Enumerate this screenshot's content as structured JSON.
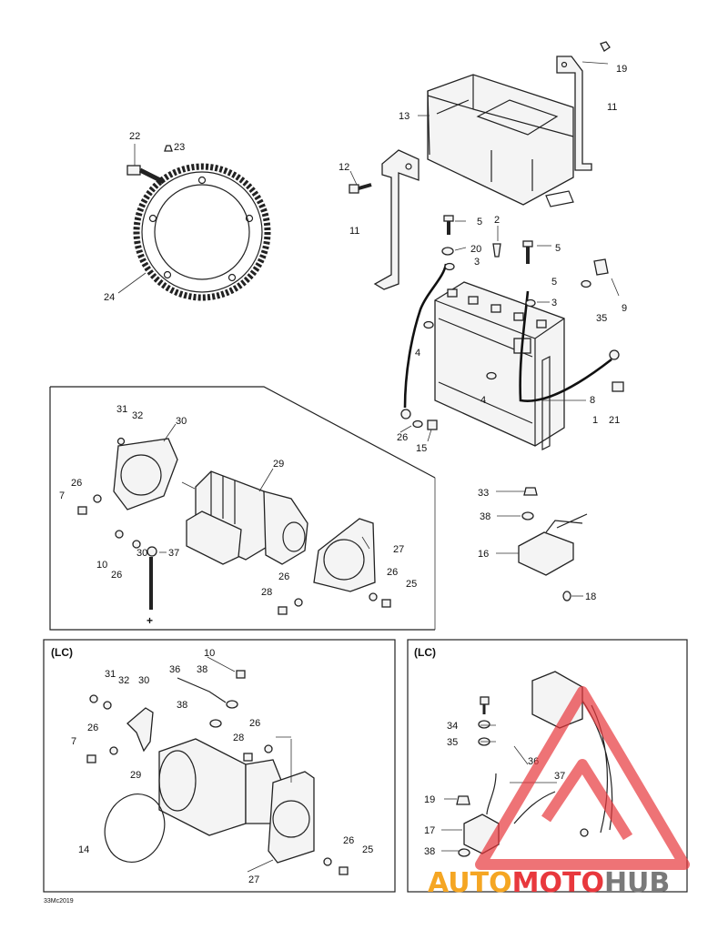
{
  "labels": {
    "l1": "1",
    "l2": "2",
    "l3a": "3",
    "l3b": "3",
    "l4a": "4",
    "l4b": "4",
    "l5a": "5",
    "l5b": "5",
    "l5c": "5",
    "l8": "8",
    "l9": "9",
    "l11a": "11",
    "l11b": "11",
    "l12": "12",
    "l13": "13",
    "l15": "15",
    "l16": "16",
    "l18": "18",
    "l19": "19",
    "l20": "20",
    "l21": "21",
    "l22": "22",
    "l23": "23",
    "l24": "24",
    "l26a": "26",
    "l33": "33",
    "l35": "35",
    "l38a": "38",
    "s31": "31",
    "s32": "32",
    "s30": "30",
    "s29": "29",
    "s26a": "26",
    "s7": "7",
    "s10": "10",
    "s26b": "26",
    "s30b": "30",
    "s37": "37",
    "s27": "27",
    "s26c": "26",
    "s26d": "26",
    "s25": "25",
    "s28": "28",
    "a10": "10",
    "a36": "36",
    "a38a": "38",
    "a31": "31",
    "a32": "32",
    "a30": "30",
    "a38b": "38",
    "a26a": "26",
    "a28": "28",
    "a26b": "26",
    "a7": "7",
    "a29": "29",
    "a14": "14",
    "a27": "27",
    "a26c": "26",
    "a25": "25",
    "b34": "34",
    "b35": "35",
    "b36": "36",
    "b37": "37",
    "b19": "19",
    "b17": "17",
    "b38": "38"
  },
  "panel_tags": {
    "lc_left": "(LC)",
    "lc_right": "(LC)"
  },
  "ground_symbol": "+",
  "drawing_code": "33Mc2019",
  "watermark": {
    "part1": "AUTO",
    "part2": "MOTO",
    "part3": "HUB"
  },
  "colors": {
    "watermark_red": "#e8383d",
    "watermark_orange": "#f5a623",
    "watermark_gray": "#7a7a7a"
  }
}
